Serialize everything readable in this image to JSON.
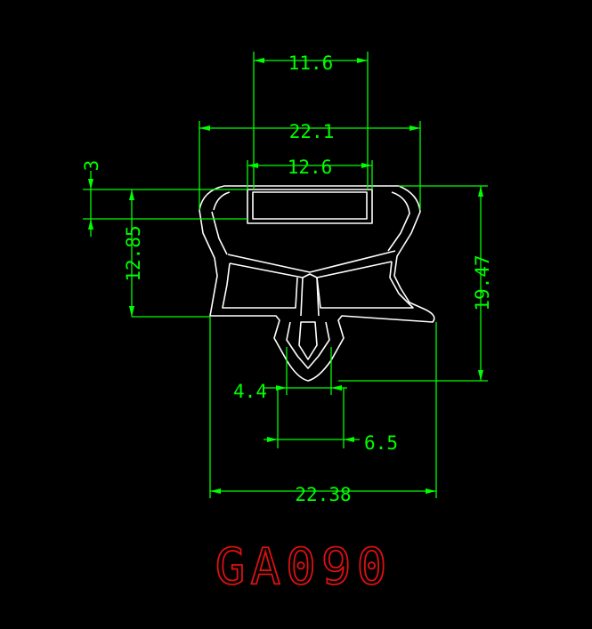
{
  "drawing": {
    "part_code": "GA090",
    "colors": {
      "background": "#000000",
      "profile": "#ffffff",
      "dimensions": "#00ff00",
      "title": "#e01010"
    },
    "dimensions": {
      "top_width": "11.6",
      "upper_width": "22.1",
      "inner_width": "12.6",
      "left_small": "3",
      "left_height": "12.85",
      "right_height": "19.47",
      "base_inner": "4.4",
      "base_outer": "6.5",
      "bottom_width": "22.38"
    }
  }
}
